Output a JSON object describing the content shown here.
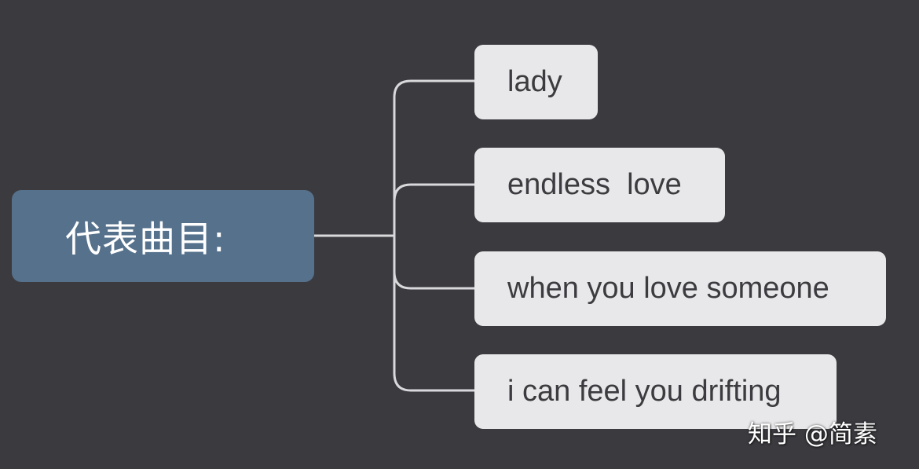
{
  "mindmap": {
    "root": {
      "label": "代表曲目:"
    },
    "children": [
      {
        "label": "lady"
      },
      {
        "label": "endless  love"
      },
      {
        "label": "when you love someone"
      },
      {
        "label": "i can feel you drifting"
      }
    ]
  },
  "watermark": {
    "text": "知乎 @简素"
  },
  "colors": {
    "background": "#3a3a3f",
    "root_fill": "#56718c",
    "child_fill": "#e8e8ea",
    "connector": "#d9d9dc"
  }
}
